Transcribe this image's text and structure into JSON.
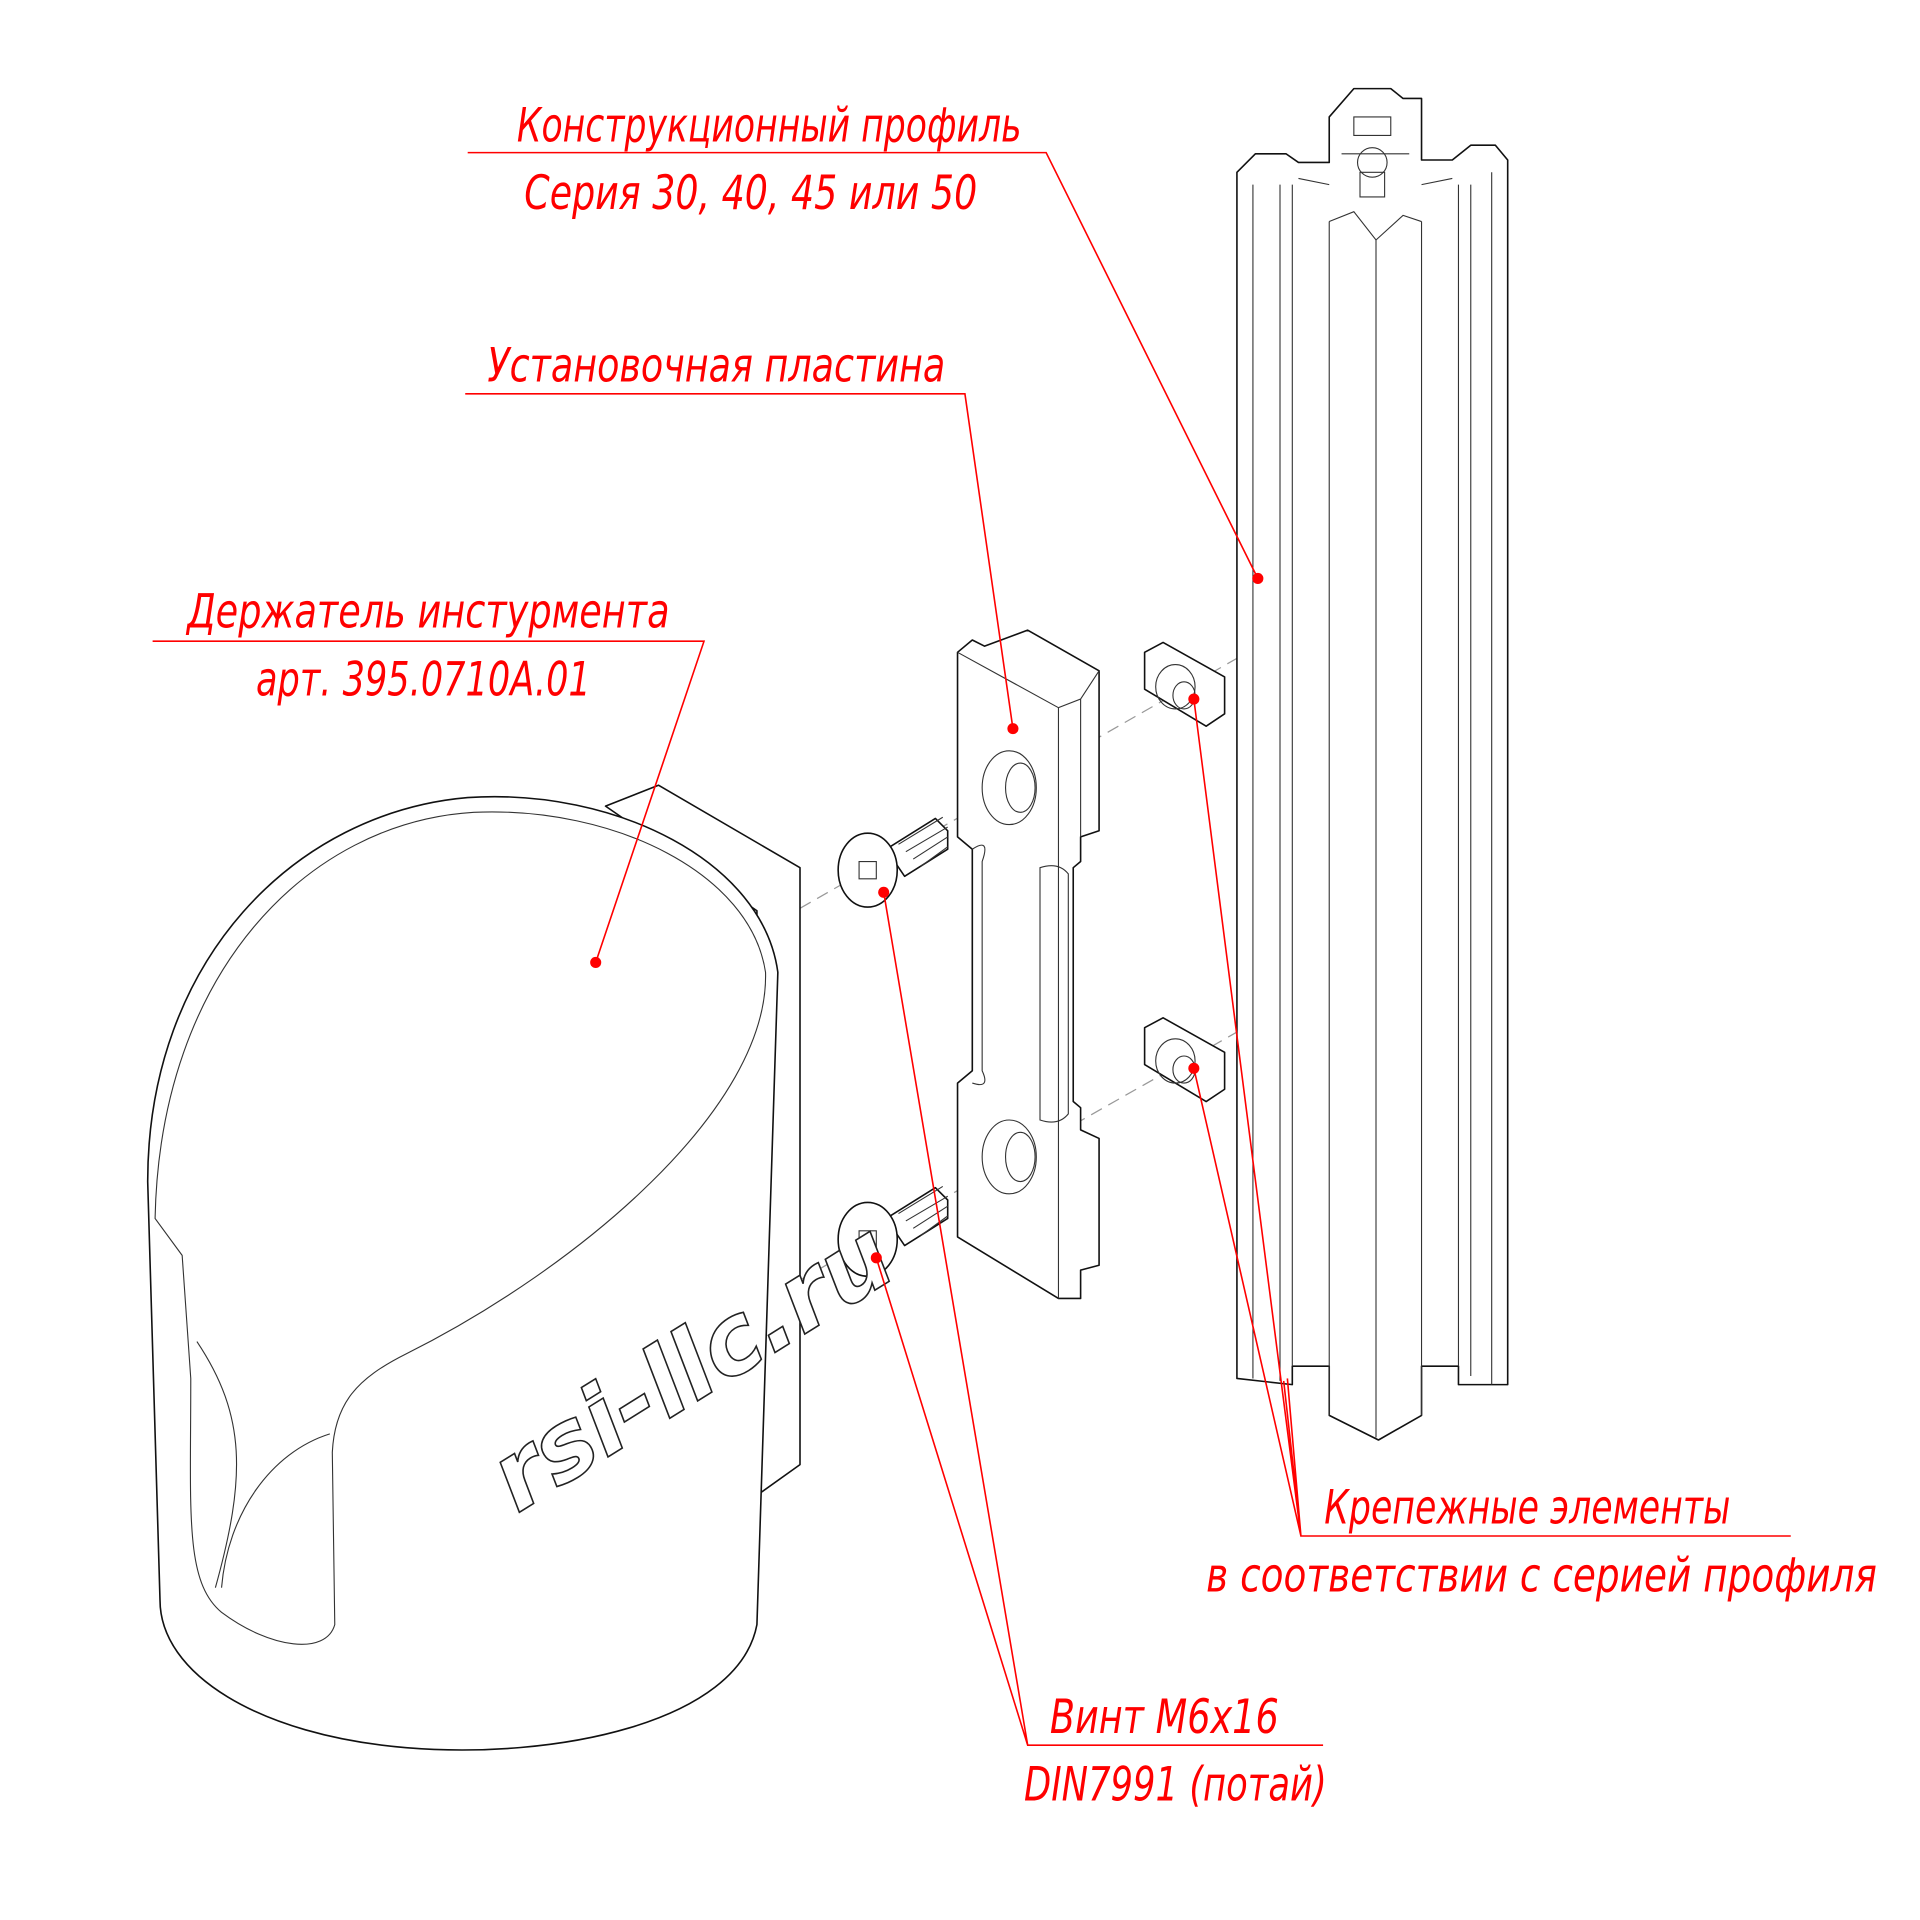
{
  "labels": {
    "profile": {
      "line1": "Конструкционный профиль",
      "line2": "Серия 30, 40, 45 или 50"
    },
    "plate": {
      "line1": "Установочная пластина"
    },
    "holder": {
      "line1": "Держатель инстурмента",
      "line2": "арт. 395.0710A.01"
    },
    "fasteners": {
      "line1": "Крепежные элементы",
      "line2": "в соответствии с серией профиля"
    },
    "screw": {
      "line1": "Винт M6x16",
      "line2": "DIN7991 (потай)"
    }
  },
  "holder_logo": "rsi-llc.ru",
  "colors": {
    "callout": "#ff0000",
    "outline": "#111111"
  }
}
